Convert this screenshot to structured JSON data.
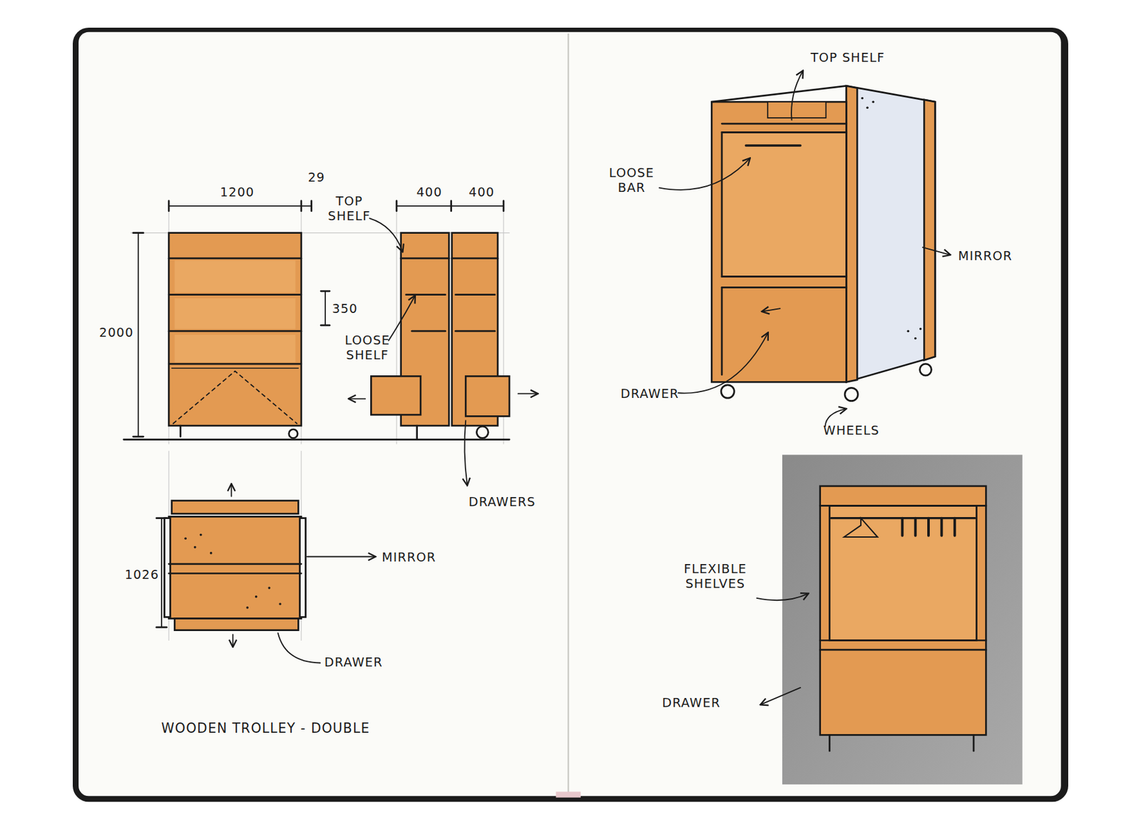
{
  "diagram": {
    "caption": "WOODEN TROLLEY - DOUBLE",
    "labels": [
      "1200",
      "29",
      "2000",
      "350",
      "400",
      "400",
      "TOP SHELF",
      "LOOSE SHELF",
      "DRAWERS",
      "1026",
      "MIRROR",
      "DRAWER",
      "TOP SHELF",
      "LOOSE BAR",
      "MIRROR",
      "DRAWER",
      "WHEELS",
      "FLEXIBLE SHELVES",
      "DRAWER"
    ]
  }
}
